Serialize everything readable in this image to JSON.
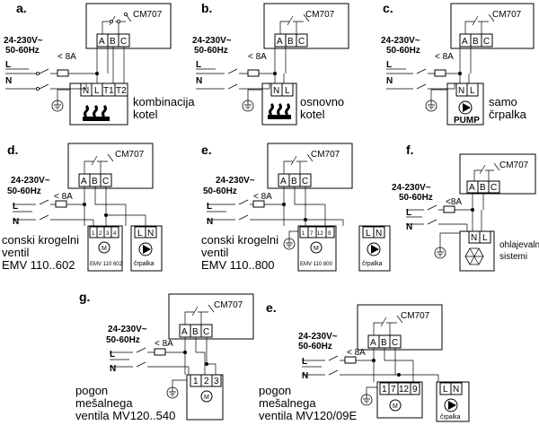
{
  "controller": "CM707",
  "terminals_abc": [
    "A",
    "B",
    "C"
  ],
  "supply": {
    "voltage": "24-230V~",
    "freq": "50-60Hz",
    "fuse": "< 8A",
    "fuse_alt": "<8A",
    "L": "L",
    "N": "N"
  },
  "panels": [
    {
      "id": "a",
      "label": "a.",
      "terminals": [
        "N",
        "L",
        "T1",
        "T2"
      ],
      "desc": [
        "kombinacija",
        "kotel"
      ]
    },
    {
      "id": "b",
      "label": "b.",
      "terminals": [
        "N",
        "L"
      ],
      "desc": [
        "osnovno",
        "kotel"
      ]
    },
    {
      "id": "c",
      "label": "c.",
      "terminals": [
        "N",
        "L"
      ],
      "device": "PUMP",
      "desc": [
        "samo",
        "črpalka"
      ]
    },
    {
      "id": "d",
      "label": "d.",
      "terminals": [
        "1",
        "2",
        "3",
        "4"
      ],
      "valve": "EMV 110 602",
      "pump": "črpalka",
      "pump_terms": [
        "L",
        "N"
      ],
      "desc": [
        "conski krogelni",
        "ventil",
        "EMV 110..602"
      ]
    },
    {
      "id": "e1",
      "label": "e.",
      "terminals": [
        "1",
        "7",
        "12",
        "9"
      ],
      "valve": "EMV 110 800",
      "pump": "črpalka",
      "pump_terms": [
        "L",
        "N"
      ],
      "desc": [
        "conski krogelni",
        "ventil",
        "EMV 110..800"
      ]
    },
    {
      "id": "f",
      "label": "f.",
      "terminals": [
        "N",
        "L"
      ],
      "desc": [
        "ohlajevalni",
        "sistemi"
      ]
    },
    {
      "id": "g",
      "label": "g.",
      "terminals": [
        "1",
        "2",
        "3"
      ],
      "desc": [
        "pogon",
        "mešalnega",
        "ventila MV120..540"
      ]
    },
    {
      "id": "e2",
      "label": "e.",
      "terminals": [
        "1",
        "7",
        "12",
        "9"
      ],
      "pump": "črpalka",
      "pump_terms": [
        "L",
        "N"
      ],
      "desc": [
        "pogon",
        "mešalnega",
        "ventila MV120/09E"
      ]
    }
  ]
}
